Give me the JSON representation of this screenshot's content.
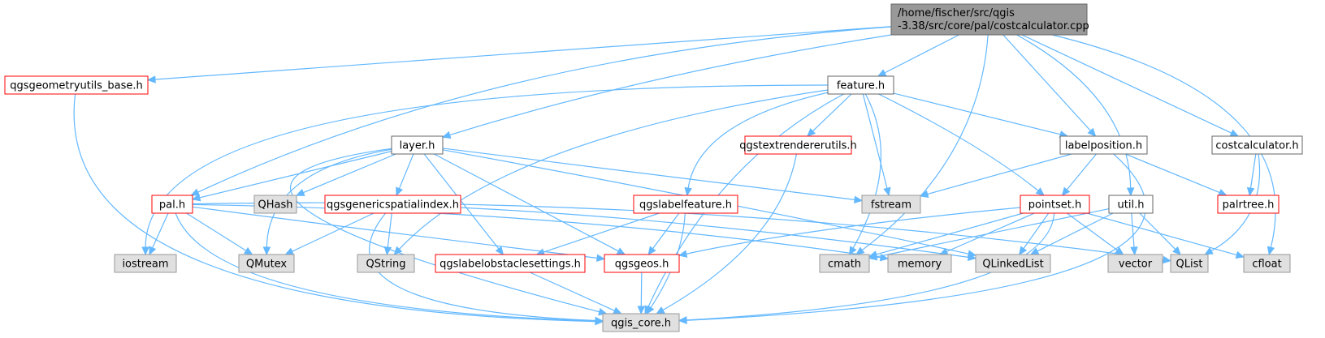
{
  "colors": {
    "edge": "#63b8ff",
    "root_fill": "#999999",
    "root_stroke": "#666666",
    "documented_stroke": "#ff0000",
    "plain_stroke": "#666666",
    "external_fill": "#e0e0e0",
    "external_stroke": "#999999",
    "white": "#ffffff"
  },
  "nodes": {
    "root": {
      "lines": [
        "/home/fischer/src/qgis",
        "-3.38/src/core/pal/costcalculator.cpp"
      ],
      "kind": "root"
    },
    "qgsgeometryutils_base": {
      "lines": [
        "qgsgeometryutils_base.h"
      ],
      "kind": "documented"
    },
    "feature": {
      "lines": [
        "feature.h"
      ],
      "kind": "plain"
    },
    "layer": {
      "lines": [
        "layer.h"
      ],
      "kind": "plain"
    },
    "qgstextrendererutils": {
      "lines": [
        "qgstextrendererutils.h"
      ],
      "kind": "documented"
    },
    "labelposition": {
      "lines": [
        "labelposition.h"
      ],
      "kind": "plain"
    },
    "costcalculator": {
      "lines": [
        "costcalculator.h"
      ],
      "kind": "plain"
    },
    "pal": {
      "lines": [
        "pal.h"
      ],
      "kind": "documented"
    },
    "qhash": {
      "lines": [
        "QHash"
      ],
      "kind": "external"
    },
    "qgsgenericspatialindex": {
      "lines": [
        "qgsgenericspatialindex.h"
      ],
      "kind": "documented"
    },
    "qgslabelfeature": {
      "lines": [
        "qgslabelfeature.h"
      ],
      "kind": "documented"
    },
    "fstream": {
      "lines": [
        "fstream"
      ],
      "kind": "external"
    },
    "pointset": {
      "lines": [
        "pointset.h"
      ],
      "kind": "documented"
    },
    "util": {
      "lines": [
        "util.h"
      ],
      "kind": "plain"
    },
    "palrtree": {
      "lines": [
        "palrtree.h"
      ],
      "kind": "documented"
    },
    "iostream": {
      "lines": [
        "iostream"
      ],
      "kind": "external"
    },
    "qmutex": {
      "lines": [
        "QMutex"
      ],
      "kind": "external"
    },
    "qstring": {
      "lines": [
        "QString"
      ],
      "kind": "external"
    },
    "qgslabelobstaclesettings": {
      "lines": [
        "qgslabelobstaclesettings.h"
      ],
      "kind": "documented"
    },
    "qgsgeos": {
      "lines": [
        "qgsgeos.h"
      ],
      "kind": "documented"
    },
    "cmath": {
      "lines": [
        "cmath"
      ],
      "kind": "external"
    },
    "memory": {
      "lines": [
        "memory"
      ],
      "kind": "external"
    },
    "qlinkedlist": {
      "lines": [
        "QLinkedList"
      ],
      "kind": "external"
    },
    "vector": {
      "lines": [
        "vector"
      ],
      "kind": "external"
    },
    "qlist": {
      "lines": [
        "QList"
      ],
      "kind": "external"
    },
    "cfloat": {
      "lines": [
        "cfloat"
      ],
      "kind": "external"
    },
    "qgis_core": {
      "lines": [
        "qgis_core.h"
      ],
      "kind": "external"
    }
  }
}
